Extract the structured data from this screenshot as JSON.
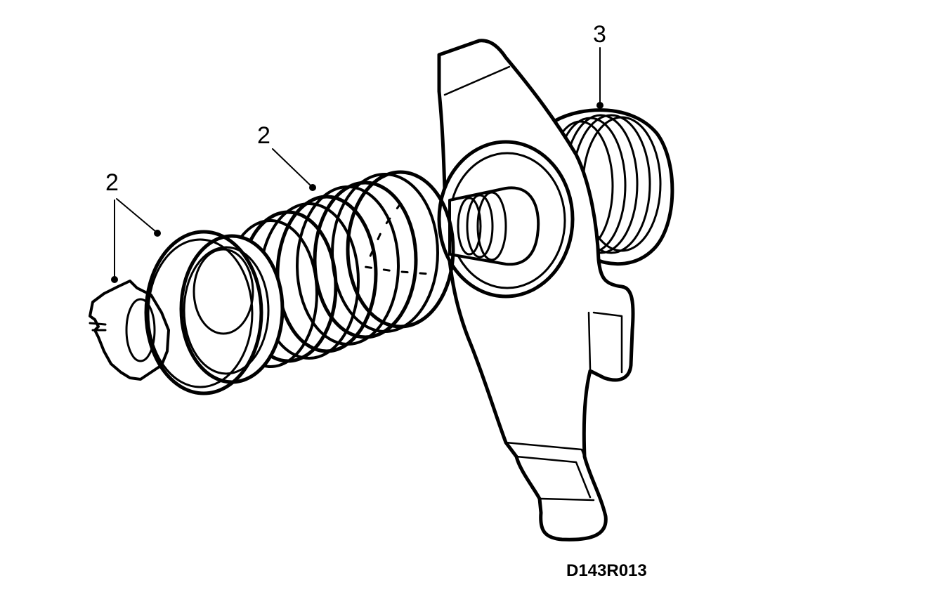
{
  "callouts": {
    "part_3": "3",
    "part_2_spring": "2",
    "part_2_rings": "2"
  },
  "drawing_code": "D143R013",
  "colors": {
    "ink": "#000000",
    "background": "#ffffff"
  }
}
